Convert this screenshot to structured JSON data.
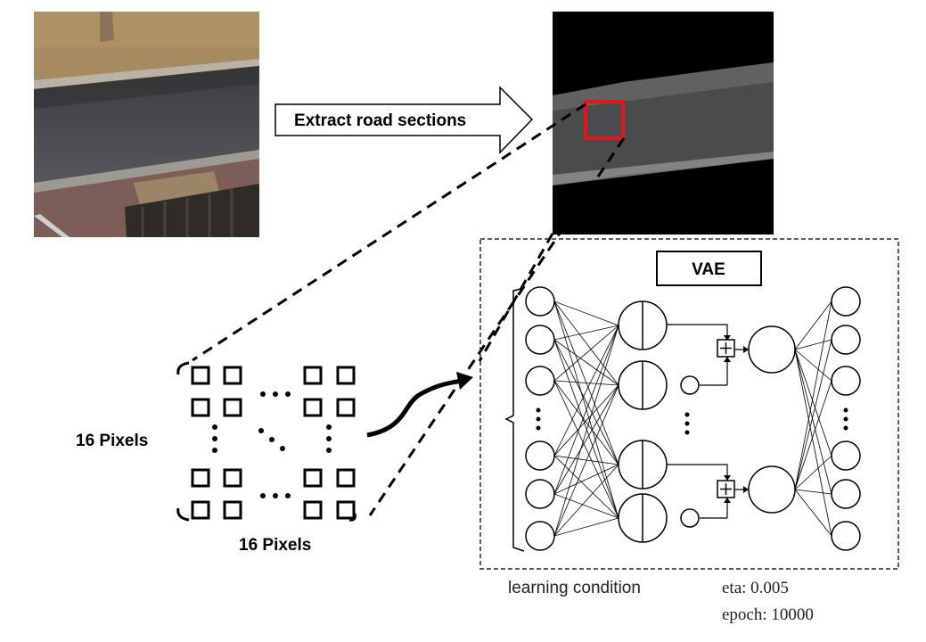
{
  "arrow_label": "Extract road sections",
  "vae_title": "VAE",
  "pixels_left": "16 Pixels",
  "pixels_bottom": "16 Pixels",
  "learning_condition_label": "learning condition",
  "eta_text": "eta: 0.005",
  "epoch_text": "epoch: 10000",
  "colors": {
    "roi_box": "#e8141c",
    "asphalt": "#48494b",
    "grass": "#a88d5e",
    "brick": "#7e5d58",
    "frame_dash": "#1c2a3a"
  },
  "icons": {
    "plus_node": "plus-icon",
    "sampling_circle": "split-circle-icon"
  }
}
